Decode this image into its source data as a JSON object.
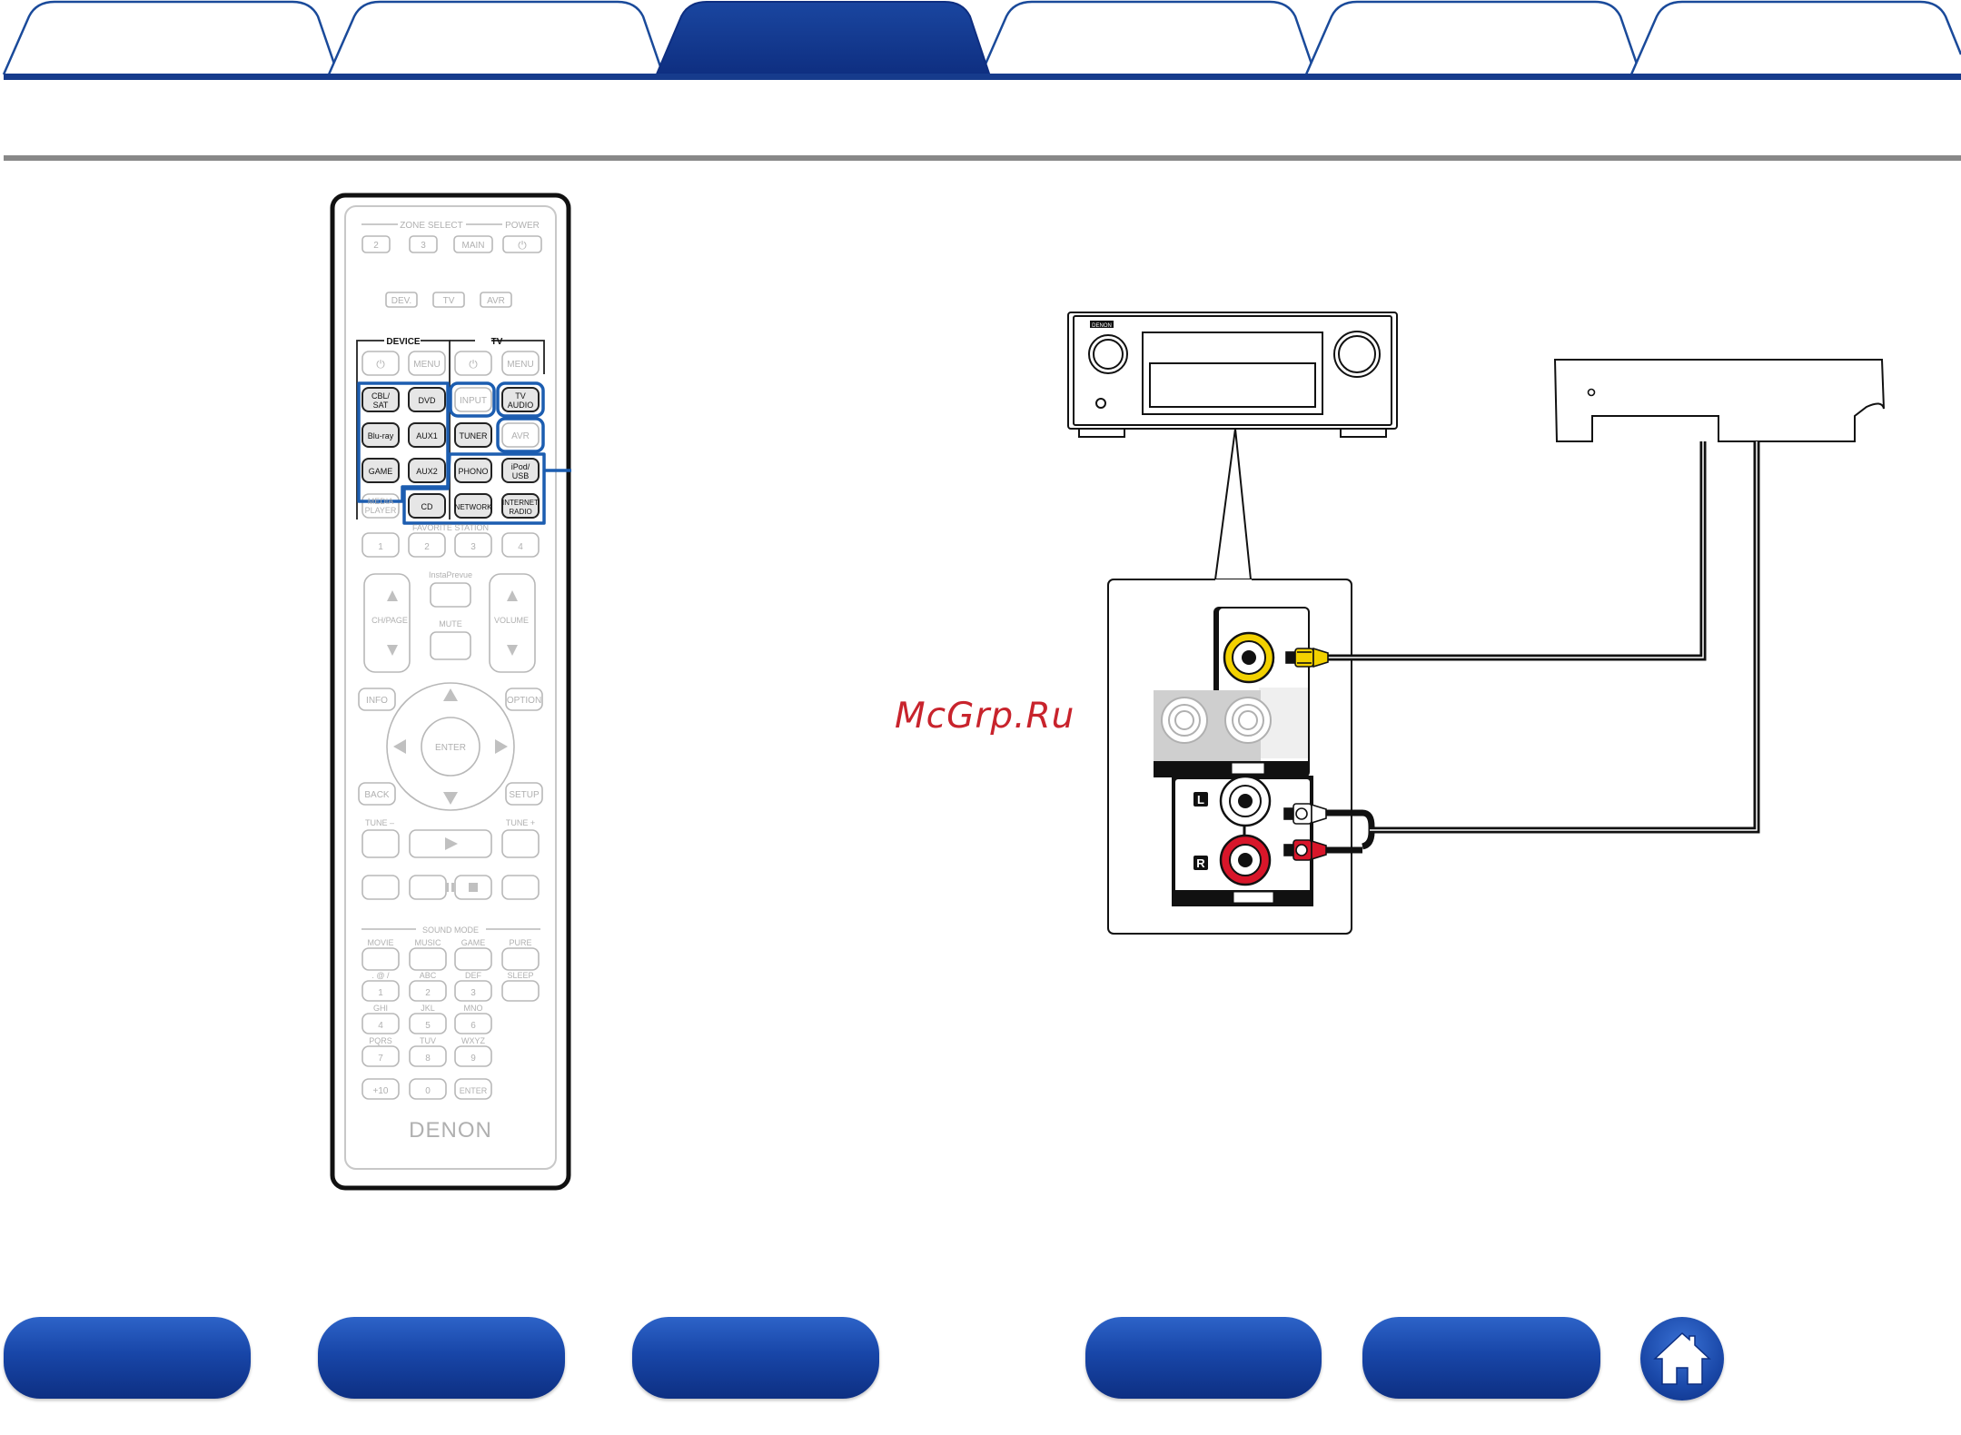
{
  "tabs": [
    {
      "label": "",
      "active": false
    },
    {
      "label": "",
      "active": false
    },
    {
      "label": "",
      "active": true
    },
    {
      "label": "",
      "active": false
    },
    {
      "label": "",
      "active": false
    },
    {
      "label": "",
      "active": false
    }
  ],
  "remote": {
    "zone_select": "ZONE SELECT",
    "power": "POWER",
    "zone_2": "2",
    "zone_3": "3",
    "zone_main": "MAIN",
    "power_icon": "⏻",
    "dev": "DEV.",
    "tv": "TV",
    "avr": "AVR",
    "device_group": "DEVICE",
    "tv_group": "TV",
    "menu": "MENU",
    "input": "INPUT",
    "cbl_sat_1": "CBL/",
    "cbl_sat_2": "SAT",
    "dvd": "DVD",
    "tv_audio_1": "TV",
    "tv_audio_2": "AUDIO",
    "bluray": "Blu-ray",
    "aux1": "AUX1",
    "tuner": "TUNER",
    "avr_btn": "AVR",
    "game": "GAME",
    "aux2": "AUX2",
    "phono": "PHONO",
    "ipod_1": "iPod/",
    "ipod_2": "USB",
    "media_1": "MEDIA",
    "media_2": "PLAYER",
    "cd": "CD",
    "network": "NETWORK",
    "inet_1": "INTERNET",
    "inet_2": "RADIO",
    "favorite": "FAVORITE STATION",
    "fav_1": "1",
    "fav_2": "2",
    "fav_3": "3",
    "fav_4": "4",
    "instaprevue": "InstaPrevue",
    "ch_page": "CH/PAGE",
    "mute": "MUTE",
    "volume": "VOLUME",
    "info": "INFO",
    "option": "OPTION",
    "enter": "ENTER",
    "back": "BACK",
    "setup": "SETUP",
    "tune_minus": "TUNE –",
    "tune_plus": "TUNE +",
    "sound_mode": "SOUND MODE",
    "movie": "MOVIE",
    "music": "MUSIC",
    "game_mode": "GAME",
    "pure": "PURE",
    "sleep": "SLEEP",
    "k1": "1",
    "k2": "2",
    "k3": "3",
    "k4": "4",
    "k5": "5",
    "k6": "6",
    "k7": "7",
    "k8": "8",
    "k9": "9",
    "k0": "0",
    "k2_sub": "ABC",
    "k3_sub": "DEF",
    "k4_sub": "GHI",
    "k5_sub": "JKL",
    "k6_sub": "MNO",
    "k7_sub": "PQRS",
    "k8_sub": "TUV",
    "k9_sub": "WXYZ",
    "k1_sub": ". @ /",
    "plus10": "+10",
    "enter_key": "ENTER",
    "brand": "DENON"
  },
  "diagram": {
    "receiver_badge": "DENON",
    "label_l": "L",
    "label_r": "R"
  },
  "watermark": "McGrp.Ru",
  "bottom_nav": [
    "",
    "",
    "",
    "",
    ""
  ],
  "icons": {
    "home": "home-icon"
  },
  "colors": {
    "brand_blue": "#163b8c",
    "highlight_blue": "#1c5db0",
    "video_yellow": "#f2d100",
    "audio_red": "#d8162a",
    "watermark_red": "#c8232c"
  }
}
